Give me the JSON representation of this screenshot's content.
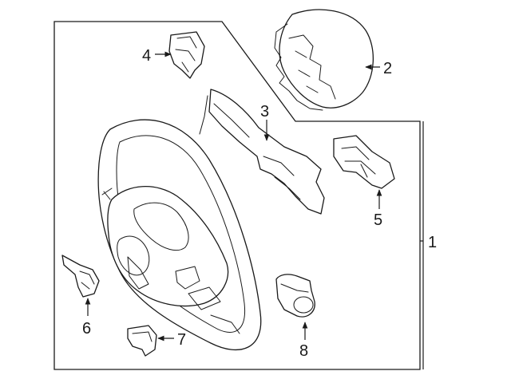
{
  "diagram": {
    "callouts": [
      {
        "id": "1",
        "text": "1"
      },
      {
        "id": "2",
        "text": "2"
      },
      {
        "id": "3",
        "text": "3"
      },
      {
        "id": "4",
        "text": "4"
      },
      {
        "id": "5",
        "text": "5"
      },
      {
        "id": "6",
        "text": "6"
      },
      {
        "id": "7",
        "text": "7"
      },
      {
        "id": "8",
        "text": "8"
      }
    ]
  },
  "colors": {
    "stroke": "#1a1a1a",
    "background": "#ffffff"
  }
}
